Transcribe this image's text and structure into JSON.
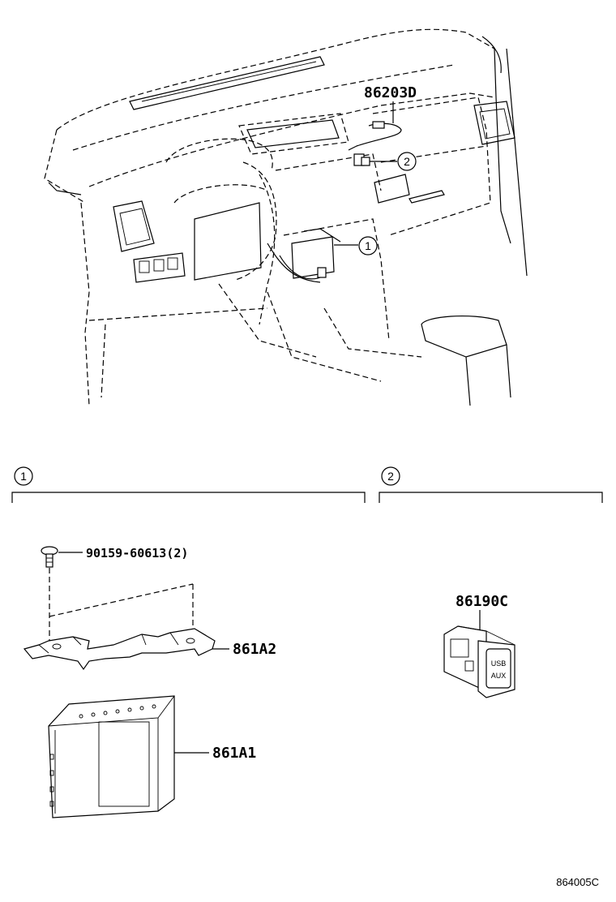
{
  "overview": {
    "part_86203D": "86203D",
    "callout_1": "1",
    "callout_2": "2"
  },
  "section_1": {
    "marker": "1",
    "bolt_label": "90159-60613(2)",
    "bracket_label": "861A2",
    "unit_label": "861A1"
  },
  "section_2": {
    "marker": "2",
    "jack_label": "86190C",
    "jack_text_usb": "USB",
    "jack_text_aux": "AUX"
  },
  "footer": {
    "illustration_code": "864005C"
  }
}
